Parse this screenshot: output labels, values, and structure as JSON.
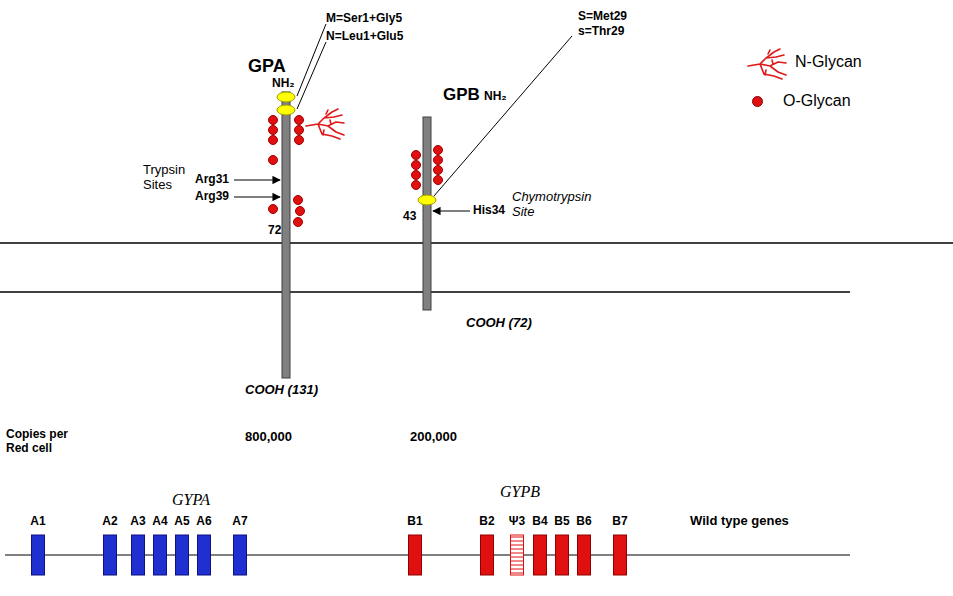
{
  "diagram": {
    "labels": [
      "M=Ser1+Gly5",
      "N=Leu1+Glu5",
      "S=Met29",
      "s=Thr29",
      "GPA",
      "NH₂",
      "GPB",
      "NH₂",
      "Trypsin Sites",
      "Arg31",
      "Arg39",
      "72",
      "43",
      "His34",
      "Chymotrypsin Site",
      "COOH (131)",
      "COOH (72)",
      "Copies per Red cell",
      "800,000",
      "200,000",
      "GYPA",
      "GYPB",
      "A1",
      "A2",
      "A3",
      "A4",
      "A5",
      "A6",
      "A7",
      "B1",
      "B2",
      "Ψ3",
      "B4",
      "B5",
      "B6",
      "B7",
      "Wild type genes"
    ],
    "legend": [
      {
        "text": "N-Glycan"
      },
      {
        "text": "O-Glycan",
        "color": "#e01010"
      }
    ]
  }
}
